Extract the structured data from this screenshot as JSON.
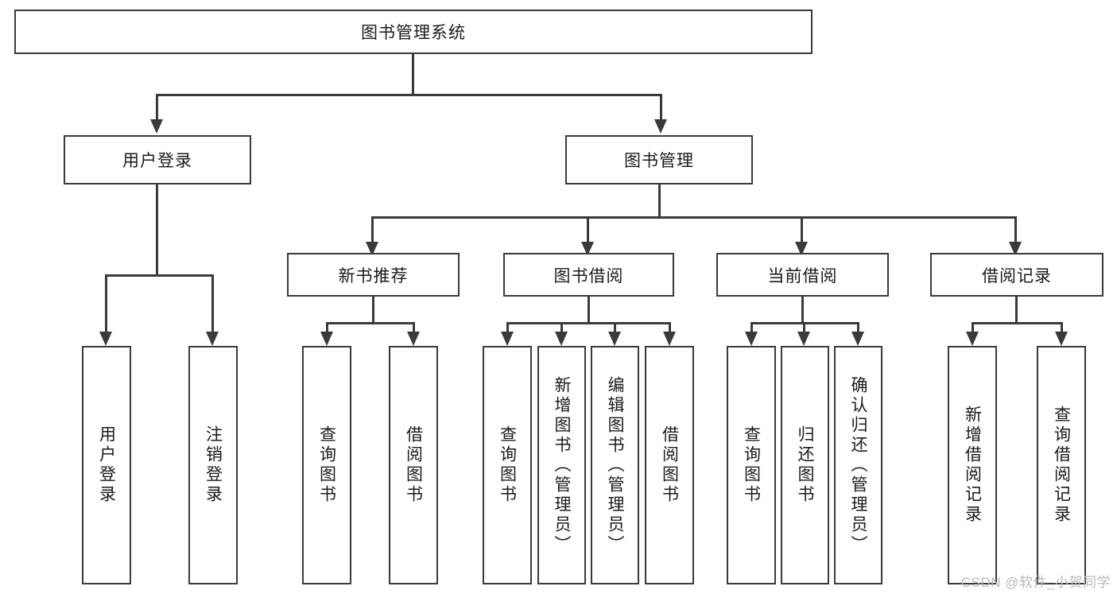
{
  "diagram": {
    "type": "tree-hierarchy-functional-decomposition",
    "root": {
      "id": "root",
      "label": "图书管理系统"
    },
    "level2": [
      {
        "id": "user-login",
        "label": "用户登录"
      },
      {
        "id": "book-management",
        "label": "图书管理"
      }
    ],
    "level3": [
      {
        "id": "new-book-recommend",
        "label": "新书推荐",
        "parent": "book-management"
      },
      {
        "id": "book-borrow",
        "label": "图书借阅",
        "parent": "book-management"
      },
      {
        "id": "current-borrow",
        "label": "当前借阅",
        "parent": "book-management"
      },
      {
        "id": "borrow-record",
        "label": "借阅记录",
        "parent": "book-management"
      }
    ],
    "leaves": {
      "user_login": [
        {
          "id": "leaf-user-login",
          "label": "用户登录"
        },
        {
          "id": "leaf-logout",
          "label": "注销登录"
        }
      ],
      "new_book_recommend": [
        {
          "id": "leaf-query-book-1",
          "label": "查询图书"
        },
        {
          "id": "leaf-borrow-book-1",
          "label": "借阅图书"
        }
      ],
      "book_borrow": [
        {
          "id": "leaf-query-book-2",
          "label": "查询图书"
        },
        {
          "id": "leaf-add-book",
          "label": "新增图书（管理员）"
        },
        {
          "id": "leaf-edit-book",
          "label": "编辑图书（管理员）"
        },
        {
          "id": "leaf-borrow-book-2",
          "label": "借阅图书"
        }
      ],
      "current_borrow": [
        {
          "id": "leaf-query-book-3",
          "label": "查询图书"
        },
        {
          "id": "leaf-return-book",
          "label": "归还图书"
        },
        {
          "id": "leaf-confirm-return",
          "label": "确认归还（管理员）"
        }
      ],
      "borrow_record": [
        {
          "id": "leaf-add-record",
          "label": "新增借阅记录"
        },
        {
          "id": "leaf-query-record",
          "label": "查询借阅记录"
        }
      ]
    }
  },
  "watermark": {
    "text": "CSDN @软件_小贺同学"
  },
  "colors": {
    "stroke": "#3a3a3a",
    "fill": "#ffffff",
    "text": "#1a1a1a",
    "watermark": "#b9b9b9"
  }
}
